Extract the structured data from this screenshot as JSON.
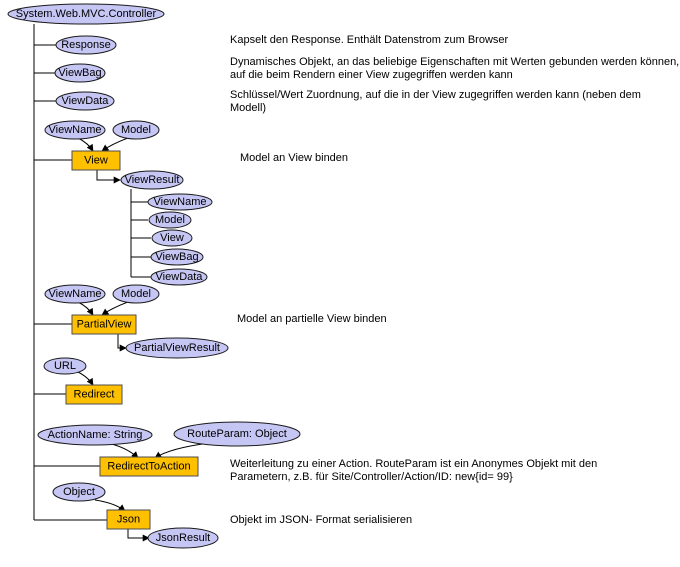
{
  "nodes": {
    "root": "System.Web.MVC.Controller",
    "response": "Response",
    "viewbag": "ViewBag",
    "viewdata": "ViewData",
    "view_in_viewname": "ViewName",
    "view_in_model": "Model",
    "view": "View",
    "viewresult": "ViewResult",
    "vr_viewname": "ViewName",
    "vr_model": "Model",
    "vr_view": "View",
    "vr_viewbag": "ViewBag",
    "vr_viewdata": "ViewData",
    "pv_in_viewname": "ViewName",
    "pv_in_model": "Model",
    "partialview": "PartialView",
    "partialviewresult": "PartialViewResult",
    "url": "URL",
    "redirect": "Redirect",
    "actionname": "ActionName: String",
    "routeparam": "RouteParam: Object",
    "redirecttoaction": "RedirectToAction",
    "object": "Object",
    "json": "Json",
    "jsonresult": "JsonResult"
  },
  "descriptions": {
    "response": "Kapselt den Response. Enthält Datenstrom zum Browser",
    "viewbag_1": "Dynamisches Objekt, an das beliebige Eigenschaften mit Werten gebunden werden können,",
    "viewbag_2": "auf die beim Rendern einer View zugegriffen werden kann",
    "viewdata_1": "Schlüssel/Wert Zuordnung, auf die in der View zugegriffen werden kann (neben dem",
    "viewdata_2": "Modell)",
    "view": "Model an View binden",
    "partialview": "Model an partielle View binden",
    "redirecttoaction_1": "Weiterleitung zu einer Action. RouteParam ist ein Anonymes Objekt mit den",
    "redirecttoaction_2": "Parametern, z.B. für Site/Controller/Action/ID: new{id= 99}",
    "json": "Objekt im JSON- Format serialisieren"
  }
}
